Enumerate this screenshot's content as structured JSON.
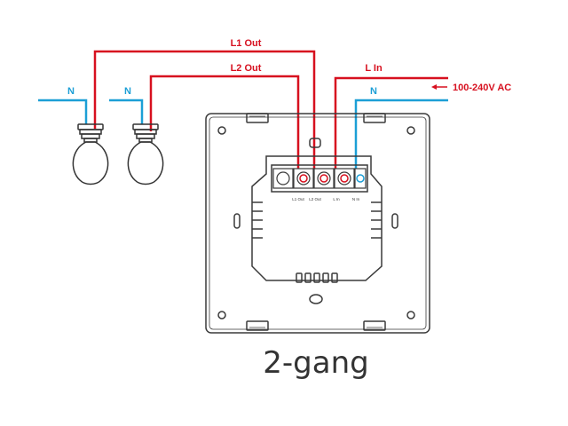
{
  "wires": {
    "l1_out": "L1 Out",
    "l2_out": "L2 Out",
    "l_in": "L In",
    "n_top": "N",
    "n_bulb1": "N",
    "n_bulb2": "N",
    "supply": "100-240V AC"
  },
  "terminals": [
    "L1 Out",
    "L2 Out",
    "L In",
    "N In"
  ],
  "caption": "2-gang",
  "colors": {
    "live": "#d7101f",
    "neutral": "#1c9fd6",
    "outline": "#3a3a3a"
  }
}
